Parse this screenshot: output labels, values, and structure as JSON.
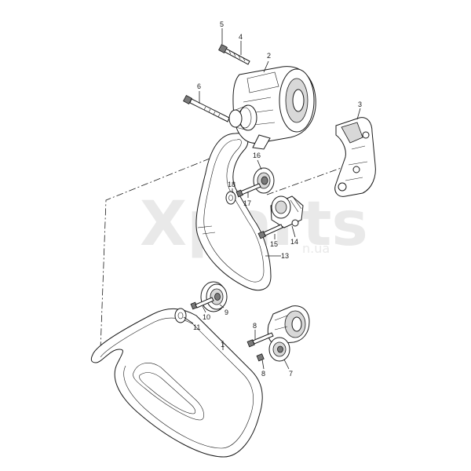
{
  "watermark": {
    "text": "Xparts",
    "subtext": "n.ua"
  },
  "callouts": [
    {
      "id": "c5",
      "label": "5"
    },
    {
      "id": "c4",
      "label": "4"
    },
    {
      "id": "c2",
      "label": "2"
    },
    {
      "id": "c6",
      "label": "6"
    },
    {
      "id": "c3",
      "label": "3"
    },
    {
      "id": "c16",
      "label": "16"
    },
    {
      "id": "c18",
      "label": "18"
    },
    {
      "id": "c17",
      "label": "17"
    },
    {
      "id": "c15",
      "label": "15"
    },
    {
      "id": "c14",
      "label": "14"
    },
    {
      "id": "c13",
      "label": "13"
    },
    {
      "id": "c10",
      "label": "10"
    },
    {
      "id": "c9",
      "label": "9"
    },
    {
      "id": "c11",
      "label": "11"
    },
    {
      "id": "c1",
      "label": "1"
    },
    {
      "id": "c8a",
      "label": "8"
    },
    {
      "id": "c8b",
      "label": "8"
    },
    {
      "id": "c7",
      "label": "7"
    }
  ]
}
